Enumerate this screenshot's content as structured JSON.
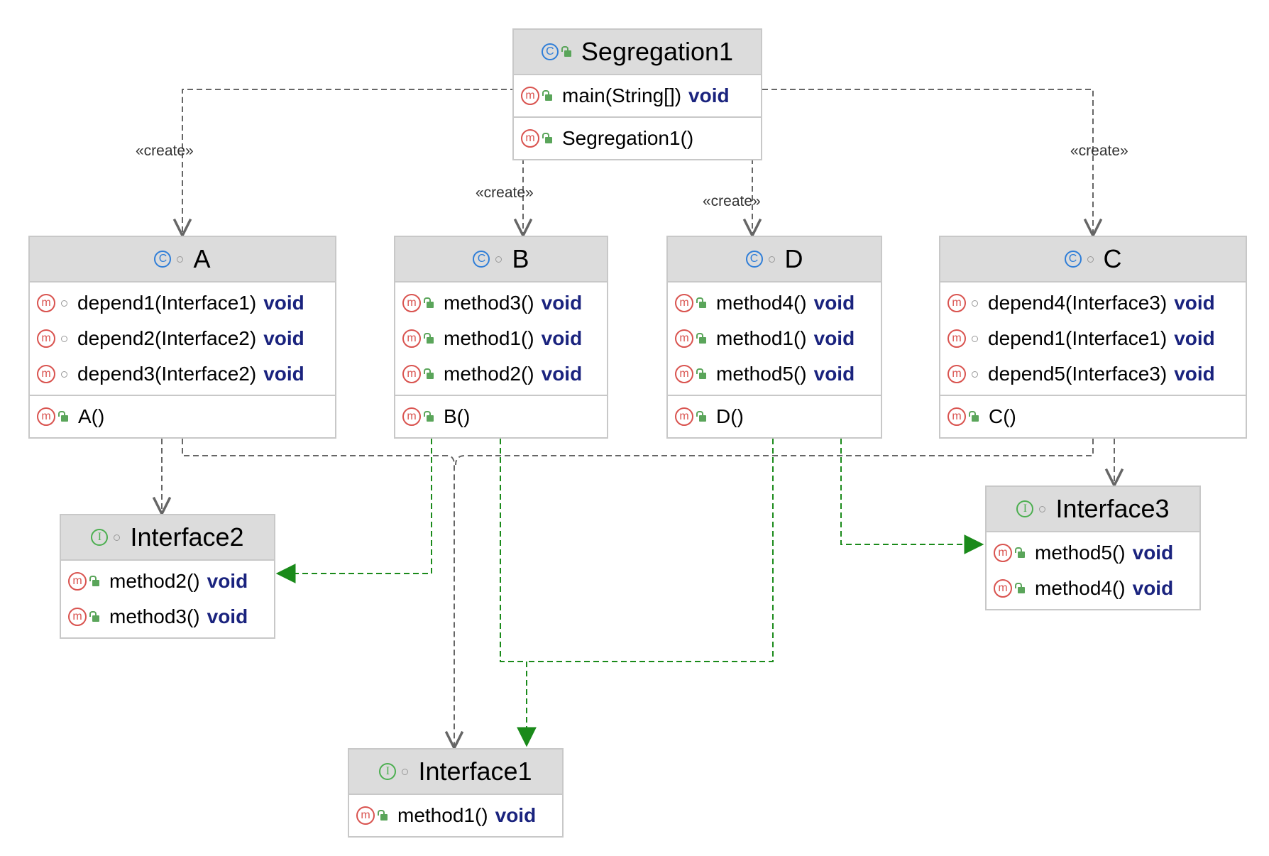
{
  "classes": {
    "segregation1": {
      "name": "Segregation1",
      "kind_icon": "C",
      "methods": [
        {
          "name": "main(String[])",
          "ret": "void"
        }
      ],
      "ctors": [
        {
          "name": "Segregation1()"
        }
      ]
    },
    "a": {
      "name": "A",
      "kind_icon": "C",
      "methods": [
        {
          "name": "depend1(Interface1)",
          "ret": "void"
        },
        {
          "name": "depend2(Interface2)",
          "ret": "void"
        },
        {
          "name": "depend3(Interface2)",
          "ret": "void"
        }
      ],
      "ctors": [
        {
          "name": "A()"
        }
      ]
    },
    "b": {
      "name": "B",
      "kind_icon": "C",
      "methods": [
        {
          "name": "method3()",
          "ret": "void"
        },
        {
          "name": "method1()",
          "ret": "void"
        },
        {
          "name": "method2()",
          "ret": "void"
        }
      ],
      "ctors": [
        {
          "name": "B()"
        }
      ]
    },
    "d": {
      "name": "D",
      "kind_icon": "C",
      "methods": [
        {
          "name": "method4()",
          "ret": "void"
        },
        {
          "name": "method1()",
          "ret": "void"
        },
        {
          "name": "method5()",
          "ret": "void"
        }
      ],
      "ctors": [
        {
          "name": "D()"
        }
      ]
    },
    "c": {
      "name": "C",
      "kind_icon": "C",
      "methods": [
        {
          "name": "depend4(Interface3)",
          "ret": "void"
        },
        {
          "name": "depend1(Interface1)",
          "ret": "void"
        },
        {
          "name": "depend5(Interface3)",
          "ret": "void"
        }
      ],
      "ctors": [
        {
          "name": "C()"
        }
      ]
    },
    "interface2": {
      "name": "Interface2",
      "kind_icon": "I",
      "methods": [
        {
          "name": "method2()",
          "ret": "void"
        },
        {
          "name": "method3()",
          "ret": "void"
        }
      ]
    },
    "interface3": {
      "name": "Interface3",
      "kind_icon": "I",
      "methods": [
        {
          "name": "method5()",
          "ret": "void"
        },
        {
          "name": "method4()",
          "ret": "void"
        }
      ]
    },
    "interface1": {
      "name": "Interface1",
      "kind_icon": "I",
      "methods": [
        {
          "name": "method1()",
          "ret": "void"
        }
      ]
    }
  },
  "edge_labels": {
    "create": "«create»"
  },
  "icons": {
    "method": "m"
  },
  "colors": {
    "class_icon": "#2f7ed8",
    "interface_icon": "#4caf50",
    "method_icon": "#d9534f",
    "return_type": "#1a237e",
    "dependency": "#666666",
    "realization": "#1a8a1a"
  }
}
